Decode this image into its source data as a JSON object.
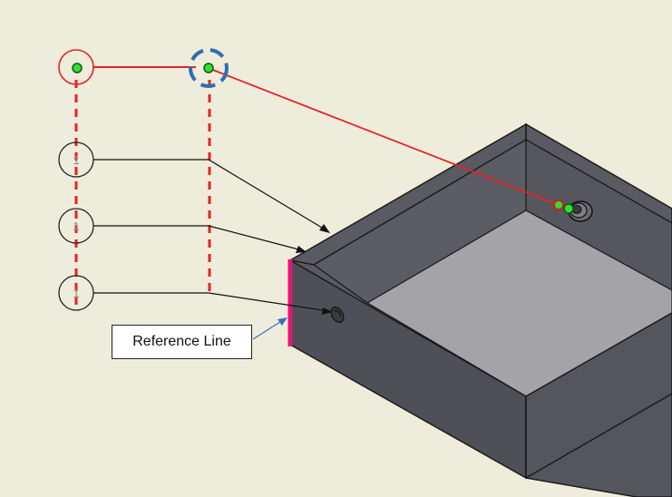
{
  "callout": {
    "reference_label": "Reference Line"
  },
  "balloons": [
    {
      "id": "balloon-1",
      "text": "1"
    },
    {
      "id": "balloon-2",
      "text": "1"
    },
    {
      "id": "balloon-3",
      "text": "1"
    }
  ],
  "colors": {
    "background": "#eeecda",
    "box_dark": "#55555d",
    "box_side": "#4c4c54",
    "box_floor": "#a3a3a8",
    "box_edge": "#1c1c1c",
    "highlight_red": "#e8202a",
    "reference_magenta": "#e8157a",
    "selection_blue": "#2f6db5",
    "point_green": "#33dd33"
  }
}
